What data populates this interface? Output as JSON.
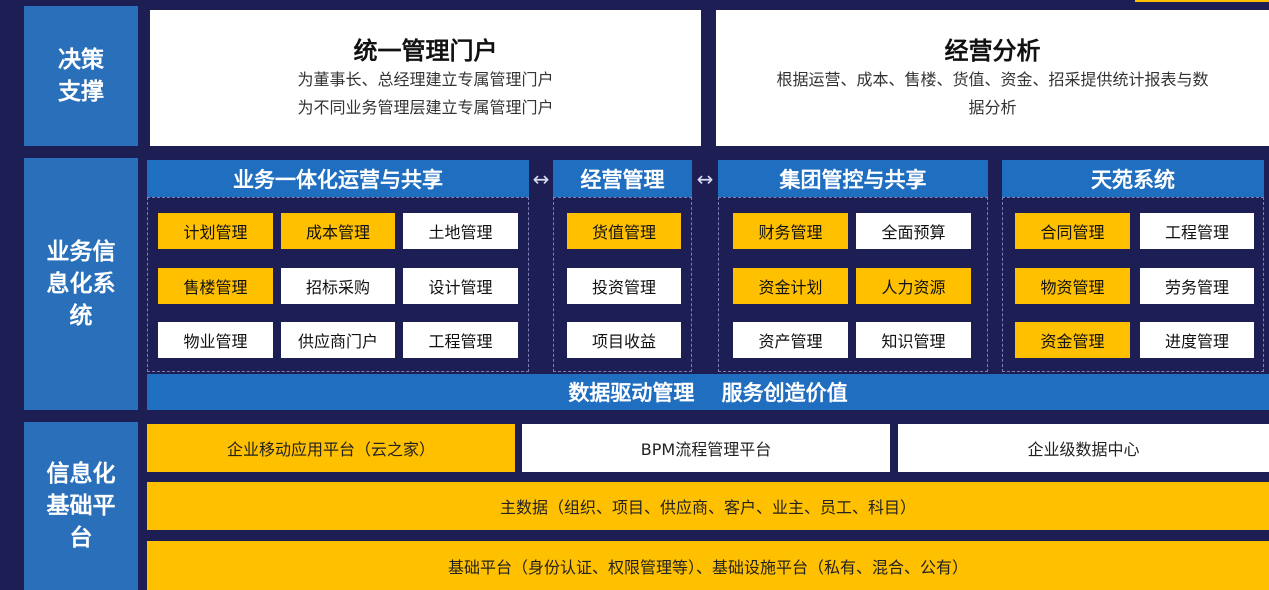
{
  "rows": {
    "decision": {
      "line1": "决策",
      "line2": "支撑"
    },
    "business": {
      "line1": "业务信",
      "line2": "息化系",
      "line3": "统"
    },
    "infra": {
      "line1": "信息化",
      "line2": "基础平",
      "line3": "台"
    }
  },
  "decision_boxes": {
    "portal": {
      "title": "统一管理门户",
      "line1": "为董事长、总经理建立专属管理门户",
      "line2": "为不同业务管理层建立专属管理门户"
    },
    "analysis": {
      "title": "经营分析",
      "line1": "根据运营、成本、售楼、货值、资金、招采提供统计报表与数",
      "line2": "据分析"
    }
  },
  "groups": {
    "ops": {
      "title": "业务一体化运营与共享",
      "chips": [
        {
          "label": "计划管理",
          "highlight": true
        },
        {
          "label": "成本管理",
          "highlight": true
        },
        {
          "label": "土地管理",
          "highlight": false
        },
        {
          "label": "售楼管理",
          "highlight": true
        },
        {
          "label": "招标采购",
          "highlight": false
        },
        {
          "label": "设计管理",
          "highlight": false
        },
        {
          "label": "物业管理",
          "highlight": false
        },
        {
          "label": "供应商门户",
          "highlight": false
        },
        {
          "label": "工程管理",
          "highlight": false
        }
      ]
    },
    "mgmt": {
      "title": "经营管理",
      "chips": [
        {
          "label": "货值管理",
          "highlight": true
        },
        {
          "label": "投资管理",
          "highlight": false
        },
        {
          "label": "项目收益",
          "highlight": false
        }
      ]
    },
    "group": {
      "title": "集团管控与共享",
      "chips": [
        {
          "label": "财务管理",
          "highlight": true
        },
        {
          "label": "全面预算",
          "highlight": false
        },
        {
          "label": "资金计划",
          "highlight": true
        },
        {
          "label": "人力资源",
          "highlight": true
        },
        {
          "label": "资产管理",
          "highlight": false
        },
        {
          "label": "知识管理",
          "highlight": false
        }
      ]
    },
    "tianyuan": {
      "title": "天苑系统",
      "chips": [
        {
          "label": "合同管理",
          "highlight": true
        },
        {
          "label": "工程管理",
          "highlight": false
        },
        {
          "label": "物资管理",
          "highlight": true
        },
        {
          "label": "劳务管理",
          "highlight": false
        },
        {
          "label": "资金管理",
          "highlight": true
        },
        {
          "label": "进度管理",
          "highlight": false
        }
      ]
    }
  },
  "arrows": {
    "a1": "↔",
    "a2": "↔"
  },
  "data_bar": "数据驱动管理 服务创造价值",
  "platforms": {
    "mobile": "企业移动应用平台（云之家）",
    "bpm": "BPM流程管理平台",
    "datacenter": "企业级数据中心",
    "master": "主数据（组织、项目、供应商、客户、业主、员工、科目）",
    "base": "基础平台（身份认证、权限管理等）、基础设施平台（私有、混合、公有）"
  },
  "colors": {
    "background": "#1c1e54",
    "side": "#2a6fba",
    "header": "#1f6ec0",
    "highlight": "#ffc000",
    "plain": "#ffffff"
  }
}
